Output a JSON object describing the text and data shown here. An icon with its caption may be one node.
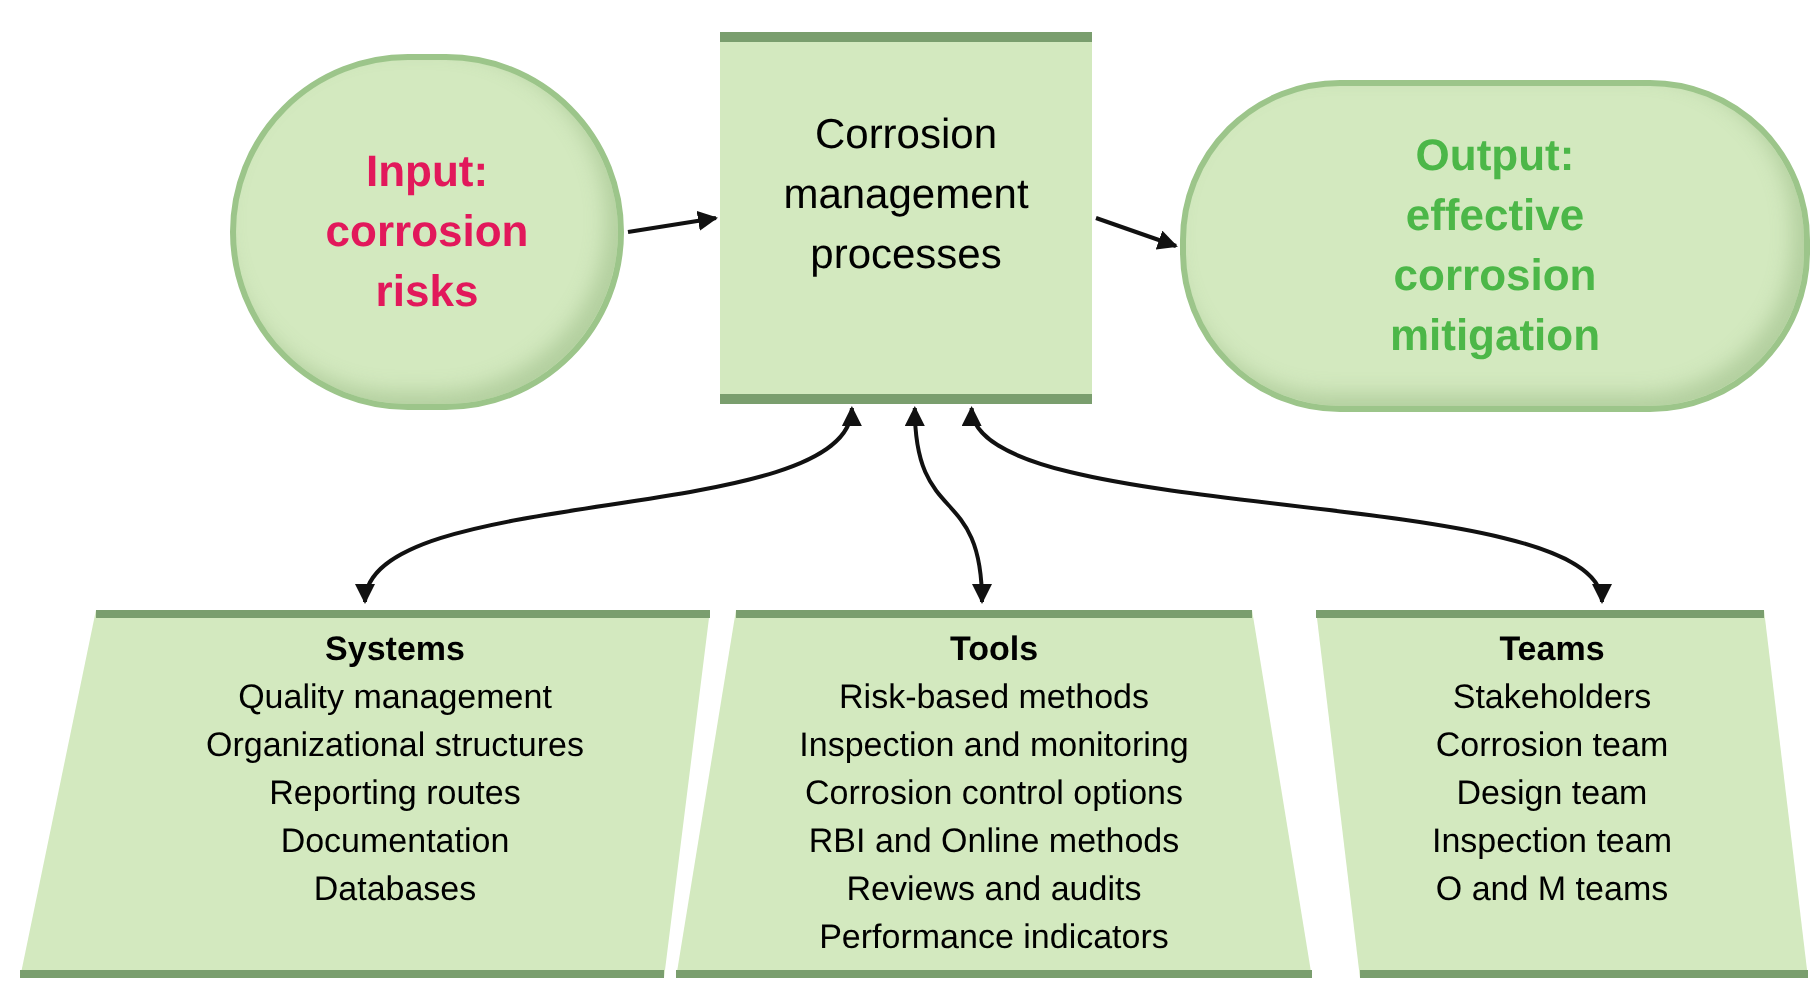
{
  "diagram": {
    "nodes": [
      {
        "text": [
          "Input: corrosion risks"
        ]
      },
      {
        "text": [
          "Corrosion management processes"
        ]
      },
      {
        "text": [
          "Output: effective corrosion mitigation"
        ]
      },
      {
        "text": [
          "Systems",
          "Quality management",
          "Organizational structures",
          "Reporting routes",
          "Documentation",
          "Databases"
        ]
      },
      {
        "text": [
          "Tools",
          "Risk-based methods",
          "Inspection and monitoring",
          "Corrosion control options",
          "RBI and Online methods",
          "Reviews and audits",
          "Performance indicators"
        ]
      },
      {
        "text": [
          "Teams",
          "Stakeholders",
          "Corrosion team",
          "Design team",
          "Inspection team",
          "O and M teams"
        ]
      }
    ],
    "edges": [
      {
        "from": 0,
        "to": 1,
        "arrow": "to"
      },
      {
        "from": 1,
        "to": 2,
        "arrow": "to"
      },
      {
        "from": 1,
        "to": 3,
        "arrow": "both"
      },
      {
        "from": 1,
        "to": 4,
        "arrow": "both"
      },
      {
        "from": 1,
        "to": 5,
        "arrow": "both"
      }
    ]
  }
}
